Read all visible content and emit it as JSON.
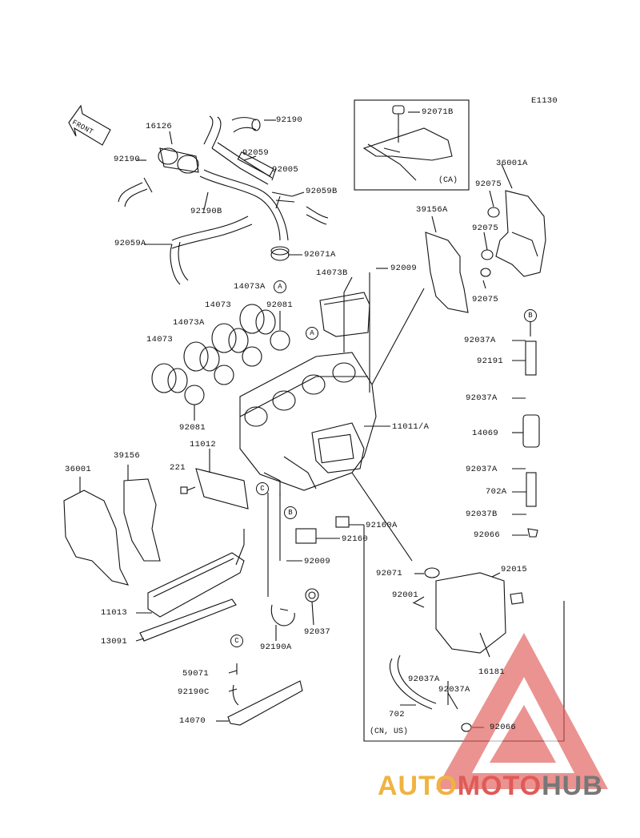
{
  "ref_code": "E1130",
  "front_label": "FRONT",
  "callouts": {
    "c16126": "16126",
    "c92190_top": "92190",
    "c92190_left": "92190",
    "c92059": "92059",
    "c92005": "92005",
    "c92059B": "92059B",
    "c92190B": "92190B",
    "c92059A": "92059A",
    "c92071A": "92071A",
    "c92071B": "92071B",
    "c36001A": "36001A",
    "c92075_1": "92075",
    "c92075_2": "92075",
    "c92075_3": "92075",
    "c39156A": "39156A",
    "c92009_top": "92009",
    "c14073B": "14073B",
    "c14073A_1": "14073A",
    "c14073_1": "14073",
    "c92081_1": "92081",
    "c14073A_2": "14073A",
    "c14073_2": "14073",
    "c92081_2": "92081",
    "c11011": "11011/A",
    "c11012": "11012",
    "c39156": "39156",
    "c36001": "36001",
    "c221": "221",
    "c92160A": "92160A",
    "c92160": "92160",
    "c92009_bot": "92009",
    "c92037A_1": "92037A",
    "c92191": "92191",
    "c92037A_2": "92037A",
    "c14069": "14069",
    "c92037A_3": "92037A",
    "c702A": "702A",
    "c92037B": "92037B",
    "c92066_1": "92066",
    "c92015": "92015",
    "c92071": "92071",
    "c92001": "92001",
    "c16181": "16181",
    "c92037A_4": "92037A",
    "c92037A_5": "92037A",
    "c702": "702",
    "c92066_2": "92066",
    "c11013": "11013",
    "c13091": "13091",
    "c92190A": "92190A",
    "c92037": "92037",
    "c59071": "59071",
    "c92190C": "92190C",
    "c14070": "14070"
  },
  "inset_notes": {
    "ca": "(CA)",
    "cn_us": "(CN, US)"
  },
  "refs": {
    "A1": "A",
    "A2": "A",
    "B1": "B",
    "B2": "B",
    "C1": "C",
    "C2": "C"
  },
  "watermark": {
    "part1": "AUTO",
    "part2": "MOTO",
    "part3": "HUB",
    "color_yellow": "#f0b340",
    "color_red": "#e05a57",
    "color_gray": "#777777"
  }
}
